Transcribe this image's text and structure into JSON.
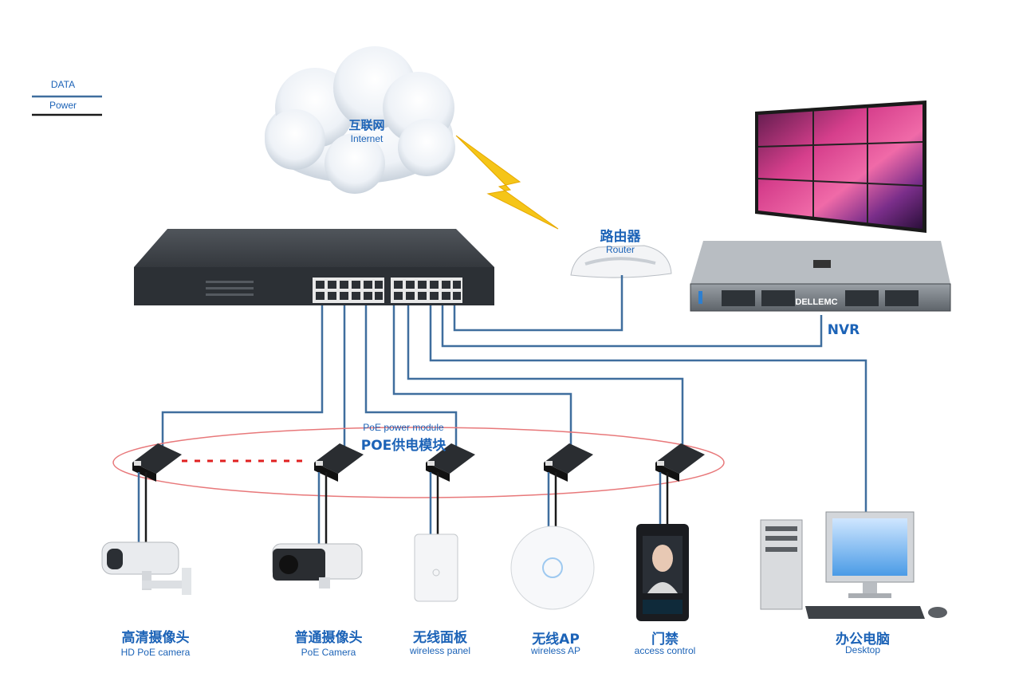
{
  "legend": {
    "data": "DATA",
    "power": "Power"
  },
  "internet": {
    "zh": "互联网",
    "en": "Internet"
  },
  "router": {
    "zh": "路由器",
    "en": "Router"
  },
  "nvr": {
    "label": "NVR",
    "brand": "DELLEMC"
  },
  "poe_module": {
    "en": "PoE power module",
    "zh": "POE供电模块"
  },
  "devices": [
    {
      "zh": "高清摄像头",
      "en": "HD PoE camera"
    },
    {
      "zh": "普通摄像头",
      "en": "PoE Camera"
    },
    {
      "zh": "无线面板",
      "en": "wireless panel"
    },
    {
      "zh": "无线AP",
      "en": "wireless AP"
    },
    {
      "zh": "门禁",
      "en": "access control"
    },
    {
      "zh": "办公电脑",
      "en": "Desktop"
    }
  ],
  "colors": {
    "data_line": "#3f6e9e",
    "power_line": "#1a1a1a",
    "label": "#1c63b7",
    "ring": "#e8787a"
  }
}
